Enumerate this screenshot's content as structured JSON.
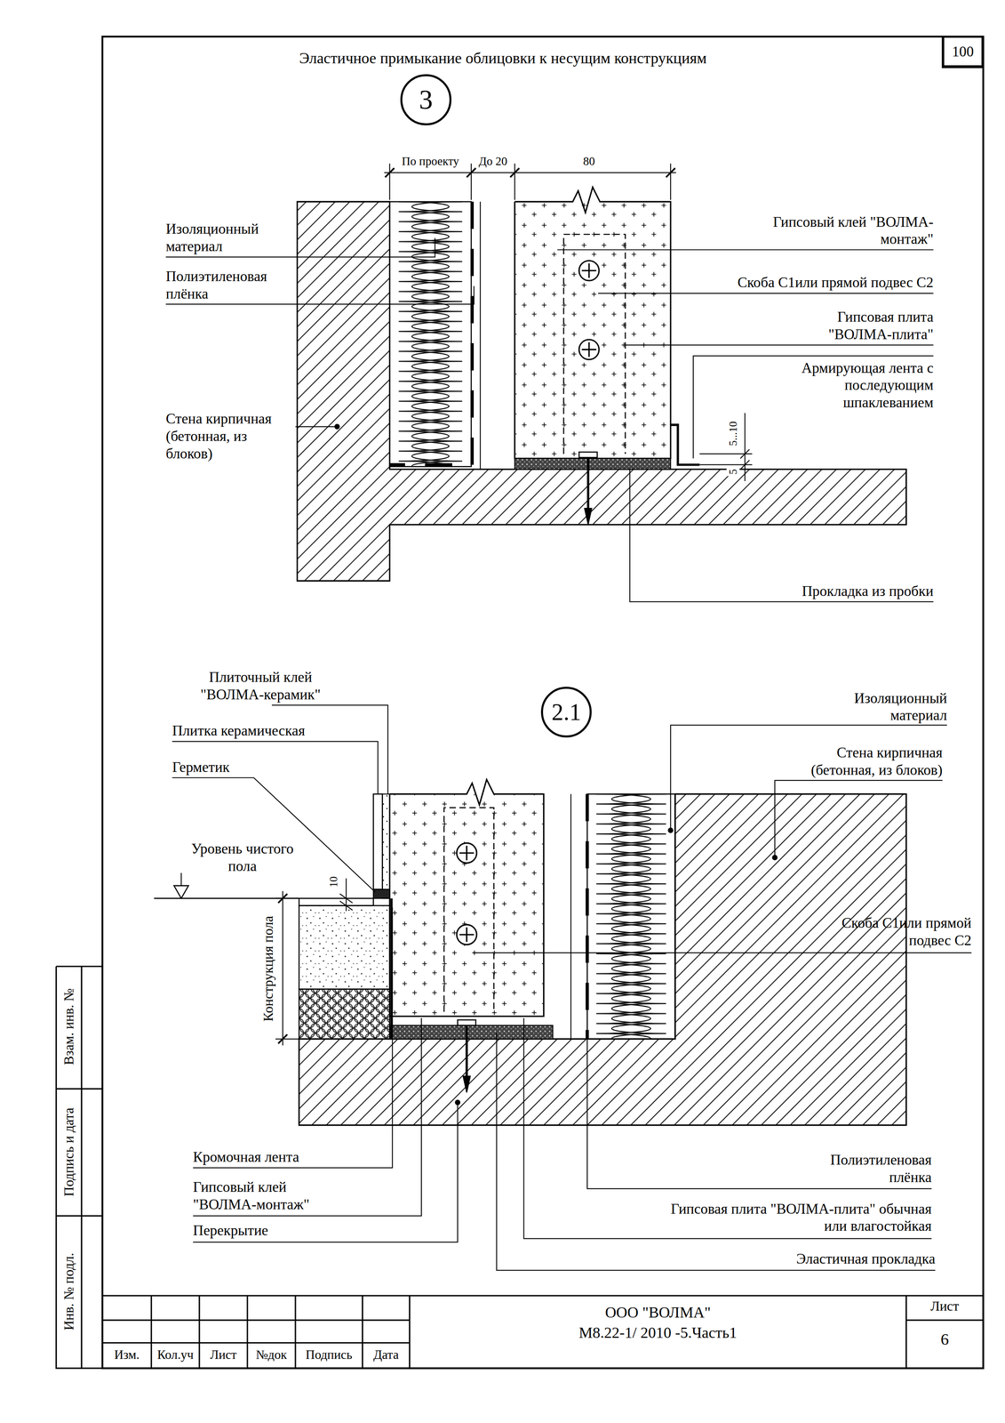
{
  "diagram": {
    "title": "Эластичное примыкание облицовки к несущим конструкциям",
    "nodes": [
      {
        "text": [
          "100"
        ]
      },
      {
        "text": [
          "3"
        ]
      },
      {
        "text": [
          "2.1"
        ]
      }
    ],
    "labels": [
      "По проекту",
      "До 20",
      "80",
      "Изоляционный материал",
      "Полиэтиленовая плёнка",
      "Стена кирпичная (бетонная, из блоков)",
      "Гипсовый клей \"ВОЛМА-монтаж\"",
      "Скоба С1или прямой подвес С2",
      "Гипсовая плита \"ВОЛМА-плита\"",
      "Армирующая лента с последующим шпаклеванием",
      "5...10",
      "5",
      "Прокладка из пробки",
      "Плиточный клей \"ВОЛМА-керамик\"",
      "Плитка керамическая",
      "Герметик",
      "Уровень чистого пола",
      "10",
      "Конструкция пола",
      "Изоляционный материал",
      "Стена кирпичная (бетонная, из блоков)",
      "Скоба С1или прямой подвес С2",
      "Кромочная лента",
      "Гипсовый клей \"ВОЛМА-монтаж\"",
      "Перекрытие",
      "Полиэтиленовая плёнка",
      "Гипсовая плита \"ВОЛМА-плита\" обычная или влагостойкая",
      "Эластичная прокладка",
      "Взам. инв. №",
      "Подпись и дата",
      "Инв. № подл.",
      "Изм.",
      "Кол.уч",
      "Лист",
      "№док",
      "Подпись",
      "Дата",
      "ООО \"ВОЛМА\"",
      "М8.22-1/ 2010 -5.Часть1",
      "Лист",
      "6"
    ]
  }
}
